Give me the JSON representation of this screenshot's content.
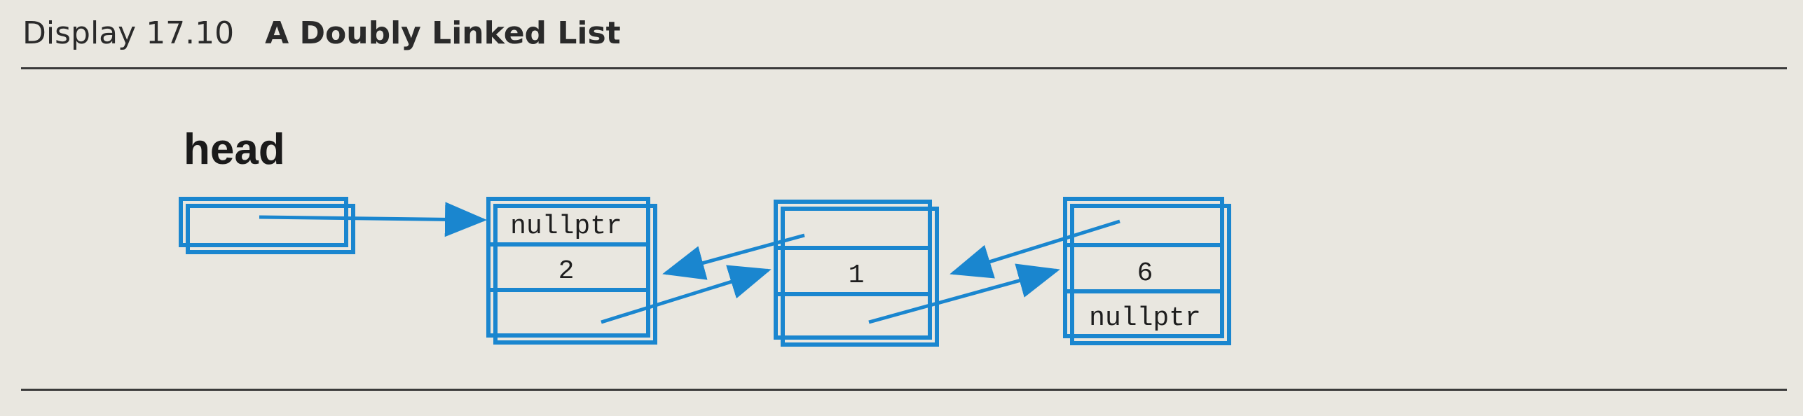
{
  "caption": {
    "label": "Display",
    "number": "17.10",
    "title": "A Doubly Linked List"
  },
  "head_label": "head",
  "nodes": [
    {
      "prev": "nullptr",
      "value": "2",
      "next": ""
    },
    {
      "prev": "",
      "value": "1",
      "next": ""
    },
    {
      "prev": "",
      "value": "6",
      "next": "nullptr"
    }
  ],
  "colors": {
    "accent": "#1a86cf",
    "text": "#1e1e1e",
    "rule": "#3a3a3a"
  }
}
